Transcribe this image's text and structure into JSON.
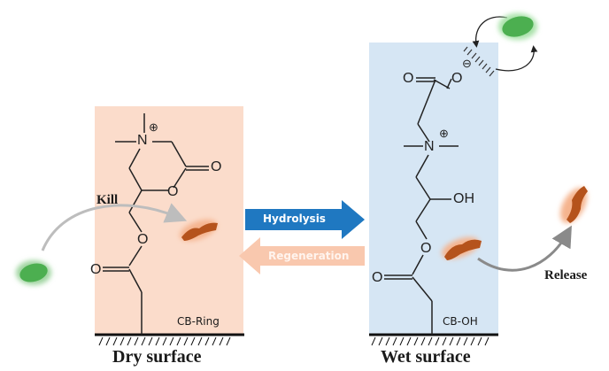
{
  "diagram": {
    "left_panel": {
      "name": "CB-Ring",
      "surface_label": "Dry surface",
      "action_label": "Kill",
      "background": "#fbdccb"
    },
    "right_panel": {
      "name": "CB-OH",
      "surface_label": "Wet surface",
      "action_label": "Release",
      "background": "#d6e6f4"
    },
    "arrows": {
      "forward": {
        "label": "Hydrolysis",
        "color": "#1f78c1"
      },
      "reverse": {
        "label": "Regeneration",
        "color": "#f7c1a5"
      }
    },
    "atoms": {
      "N": "N",
      "O": "O",
      "OH": "OH",
      "plus": "⊕",
      "minus": "⊖"
    },
    "bacteria": {
      "live_color": "#4caf50",
      "dead_color": "#b5531c"
    }
  }
}
